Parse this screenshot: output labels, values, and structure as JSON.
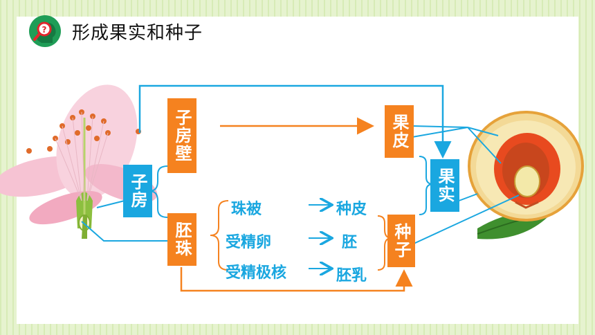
{
  "title": "形成果实和种子",
  "colors": {
    "orange": "#f5821f",
    "blue": "#1aa7e0",
    "green_bg": "#e3f1c9"
  },
  "boxes": {
    "ovary": "子房",
    "ovary_wall": "子房壁",
    "ovule": "胚珠",
    "pericarp": "果皮",
    "fruit": "果实",
    "seed": "种子"
  },
  "ovule_parts": [
    "珠被",
    "受精卵",
    "受精极核"
  ],
  "seed_parts": [
    "种皮",
    "胚",
    "胚乳"
  ],
  "images": {
    "flower": "peach-flower-illustration",
    "fruit": "peach-fruit-cross-section"
  }
}
